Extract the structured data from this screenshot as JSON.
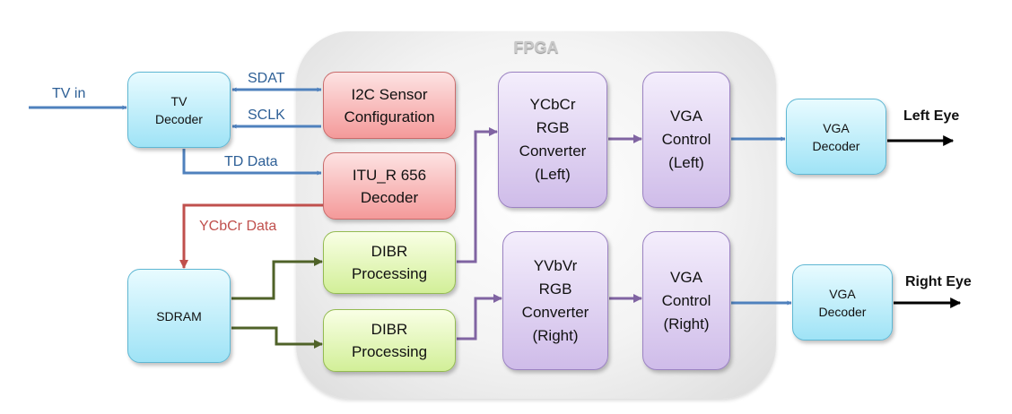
{
  "fpga": {
    "title": "FPGA"
  },
  "blocks": {
    "tv_decoder": "TV\nDecoder",
    "i2c": "I2C Sensor\nConfiguration",
    "itu": "ITU_R 656\nDecoder",
    "sdram": "SDRAM",
    "dibr_top": "DIBR\nProcessing",
    "dibr_bottom": "DIBR\nProcessing",
    "ycbcr_left": "YCbCr\nRGB\nConverter\n(Left)",
    "yvbvr_right": "YVbVr\nRGB\nConverter\n(Right)",
    "vga_control_left": "VGA\nControl\n(Left)",
    "vga_control_right": "VGA\nControl\n(Right)",
    "vga_decoder_left": "VGA\nDecoder",
    "vga_decoder_right": "VGA\nDecoder"
  },
  "labels": {
    "tv_in": "TV in",
    "sdat": "SDAT",
    "sclk": "SCLK",
    "td_data": "TD Data",
    "ycbcr_data": "YCbCr Data",
    "left_eye": "Left Eye",
    "right_eye": "Right Eye"
  },
  "colors": {
    "blue_wire": "#4f81bd",
    "red_wire": "#c0504d",
    "green_wire": "#4f6228",
    "purple_wire": "#8064a2",
    "output_wire": "#000000"
  }
}
